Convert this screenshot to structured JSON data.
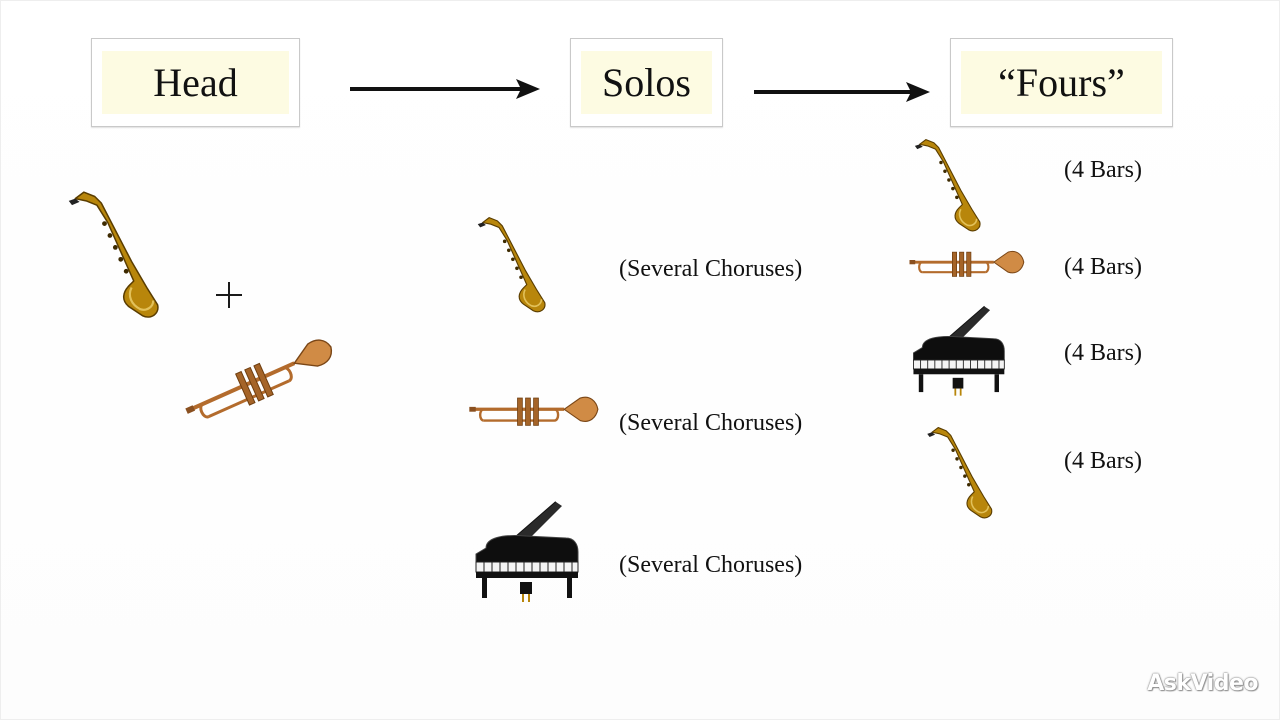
{
  "stages": [
    {
      "id": "head",
      "label": "Head"
    },
    {
      "id": "solos",
      "label": "Solos"
    },
    {
      "id": "fours",
      "label": "“Fours”"
    }
  ],
  "head_instruments": {
    "items": [
      {
        "instrument": "saxophone"
      },
      {
        "instrument": "trumpet"
      }
    ]
  },
  "solos": [
    {
      "instrument": "saxophone",
      "label": "(Several Choruses)"
    },
    {
      "instrument": "trumpet",
      "label": "(Several Choruses)"
    },
    {
      "instrument": "piano",
      "label": "(Several Choruses)"
    }
  ],
  "fours": [
    {
      "instrument": "saxophone",
      "label": "(4 Bars)"
    },
    {
      "instrument": "trumpet",
      "label": "(4 Bars)"
    },
    {
      "instrument": "piano",
      "label": "(4 Bars)"
    },
    {
      "instrument": "saxophone",
      "label": "(4 Bars)"
    }
  ],
  "watermark": "AskVideo"
}
